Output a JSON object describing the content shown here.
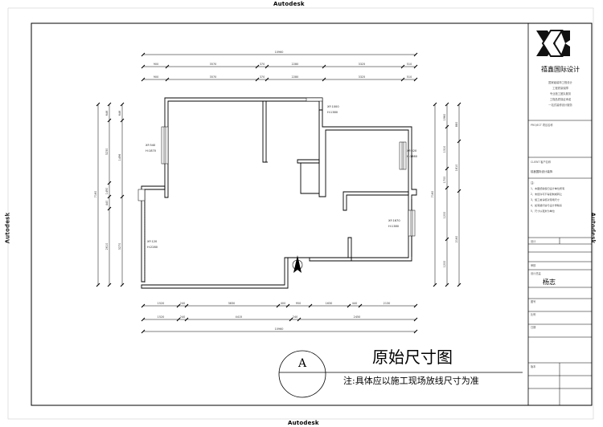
{
  "watermarks": {
    "top": "Autodesk",
    "bottom": "Autodesk",
    "left": "Autodesk",
    "right": "Autodesk"
  },
  "title_block": {
    "company": "禧鑫国际设计",
    "slogans": [
      "国家级装饰工程设计",
      "工程质量保障",
      "专业施工团队服务",
      "工程品质保证承诺",
      "一站式装修设计服务"
    ],
    "project_label": "PROJECT 项目名称",
    "client_label": "CLIENT 客户名称",
    "client_value": "禧鑫国际设计装饰",
    "notes_label": "注:",
    "notes": [
      "1、本图纸版权归设计单位所有",
      "2、未经许可不得复制或转让",
      "3、施工前请核对现场尺寸",
      "4、如有疑问请与设计师联系",
      "5、尺寸以毫米为单位"
    ],
    "rows": [
      "设计",
      "审核",
      "设计总监",
      "图号",
      "比例",
      "日期",
      "版本"
    ],
    "signature": "杨志"
  },
  "plan": {
    "title": "原始尺寸图",
    "note": "注:具体应以施工现场放线尺寸为准",
    "marker": "A",
    "top_dims_1": [
      "900",
      "3570",
      "370",
      "2280",
      "3325",
      "510"
    ],
    "top_dims_2": [
      "900",
      "3570",
      "370",
      "2280",
      "3325",
      "510"
    ],
    "top_total": "10960",
    "bottom_dims_1": [
      "1520",
      "240",
      "3830",
      "400",
      "950",
      "1630",
      "440",
      "2130"
    ],
    "bottom_dims_2": [
      "1520",
      "240",
      "4415",
      "240",
      "2450"
    ],
    "bottom_total": "10960",
    "left_total": "7160",
    "left_dims_1": [
      "646",
      "3230",
      "1490",
      "440",
      "2610"
    ],
    "left_dims_2": [
      "646",
      "1496",
      "3270"
    ],
    "right_total": "7160",
    "right_dims_1": [
      "1960",
      "1310",
      "1700",
      "1200",
      "1200"
    ],
    "right_dims_2": [
      "880",
      "1810",
      "2160"
    ],
    "windows": [
      {
        "xf": "XF:1000",
        "h": "H:1380"
      },
      {
        "xf": "XF:540",
        "h": "H:1870"
      },
      {
        "xf": "XF:520",
        "h": "H:1860"
      },
      {
        "xf": "XF:1670",
        "h": "H:1380"
      },
      {
        "xf": "XF:120",
        "h": "H:2280"
      }
    ]
  }
}
